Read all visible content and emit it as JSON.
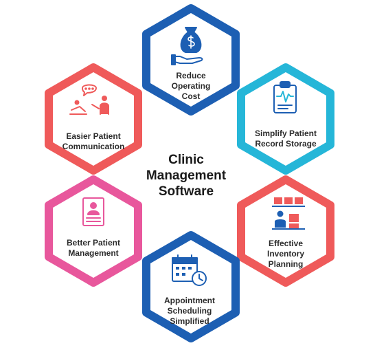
{
  "center": {
    "lines": [
      "Clinic",
      "Management",
      "Software"
    ]
  },
  "hexagons": [
    {
      "key": "reduce-cost",
      "lines": [
        "Reduce",
        "Operating",
        "Cost"
      ],
      "icon": "money-bag-hand-icon",
      "color": "#1d5fb3"
    },
    {
      "key": "record-storage",
      "lines": [
        "Simplify Patient",
        "Record Storage"
      ],
      "icon": "clipboard-heartbeat-icon",
      "color": "#25b6d8"
    },
    {
      "key": "inventory",
      "lines": [
        "Effective",
        "Inventory",
        "Planning"
      ],
      "icon": "warehouse-worker-boxes-icon",
      "color": "#ef5a5a"
    },
    {
      "key": "scheduling",
      "lines": [
        "Appointment",
        "Scheduling",
        "Simplified"
      ],
      "icon": "calendar-clock-icon",
      "color": "#1d5fb3"
    },
    {
      "key": "patient-management",
      "lines": [
        "Better Patient",
        "Management"
      ],
      "icon": "patient-profile-card-icon",
      "color": "#e8579c"
    },
    {
      "key": "communication",
      "lines": [
        "Easier Patient",
        "Communication"
      ],
      "icon": "doctor-patient-chat-icon",
      "color": "#ef5a5a"
    }
  ]
}
